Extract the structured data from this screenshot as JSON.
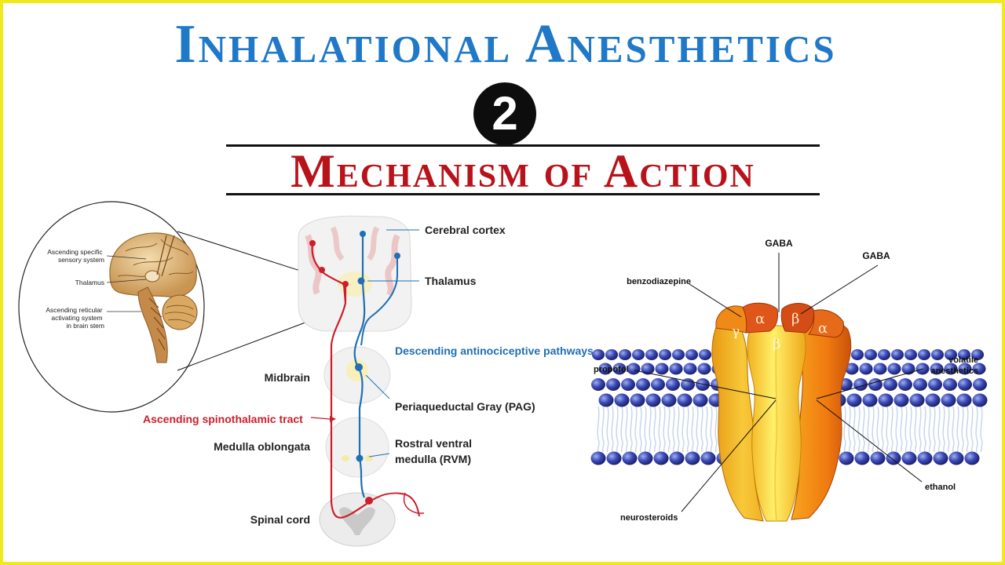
{
  "title": "Inhalational Anesthetics",
  "badge_number": "2",
  "subtitle": "Mechanism of Action",
  "colors": {
    "title": "#1f78c8",
    "subtitle": "#b8121a",
    "border": "#f2e81e",
    "ascending": "#cc1f2b",
    "descending": "#1f6fb2"
  },
  "inset": {
    "labels": [
      "Ascending specific sensory system",
      "Thalamus",
      "Ascending reticular activating system in brain stem"
    ]
  },
  "pain_pathway": {
    "labels": {
      "cortex": "Cerebral cortex",
      "thalamus": "Thalamus",
      "descending": "Descending antinociceptive pathways",
      "midbrain": "Midbrain",
      "pag": "Periaqueductal Gray (PAG)",
      "ascending": "Ascending spinothalamic tract",
      "medulla": "Medulla oblongata",
      "rvm_line1": "Rostral ventral",
      "rvm_line2": "medulla (RVM)",
      "spinal": "Spinal cord"
    }
  },
  "receptor": {
    "labels": {
      "gaba_left": "GABA",
      "gaba_right": "GABA",
      "benzo": "benzodiazepine",
      "volatile_line1": "volatile",
      "volatile_line2": "anesthetics",
      "propofol": "propofol",
      "ethanol": "ethanol",
      "neurosteroids": "neurosteroids"
    },
    "subunits": [
      "γ",
      "α",
      "β",
      "α",
      "β"
    ]
  }
}
